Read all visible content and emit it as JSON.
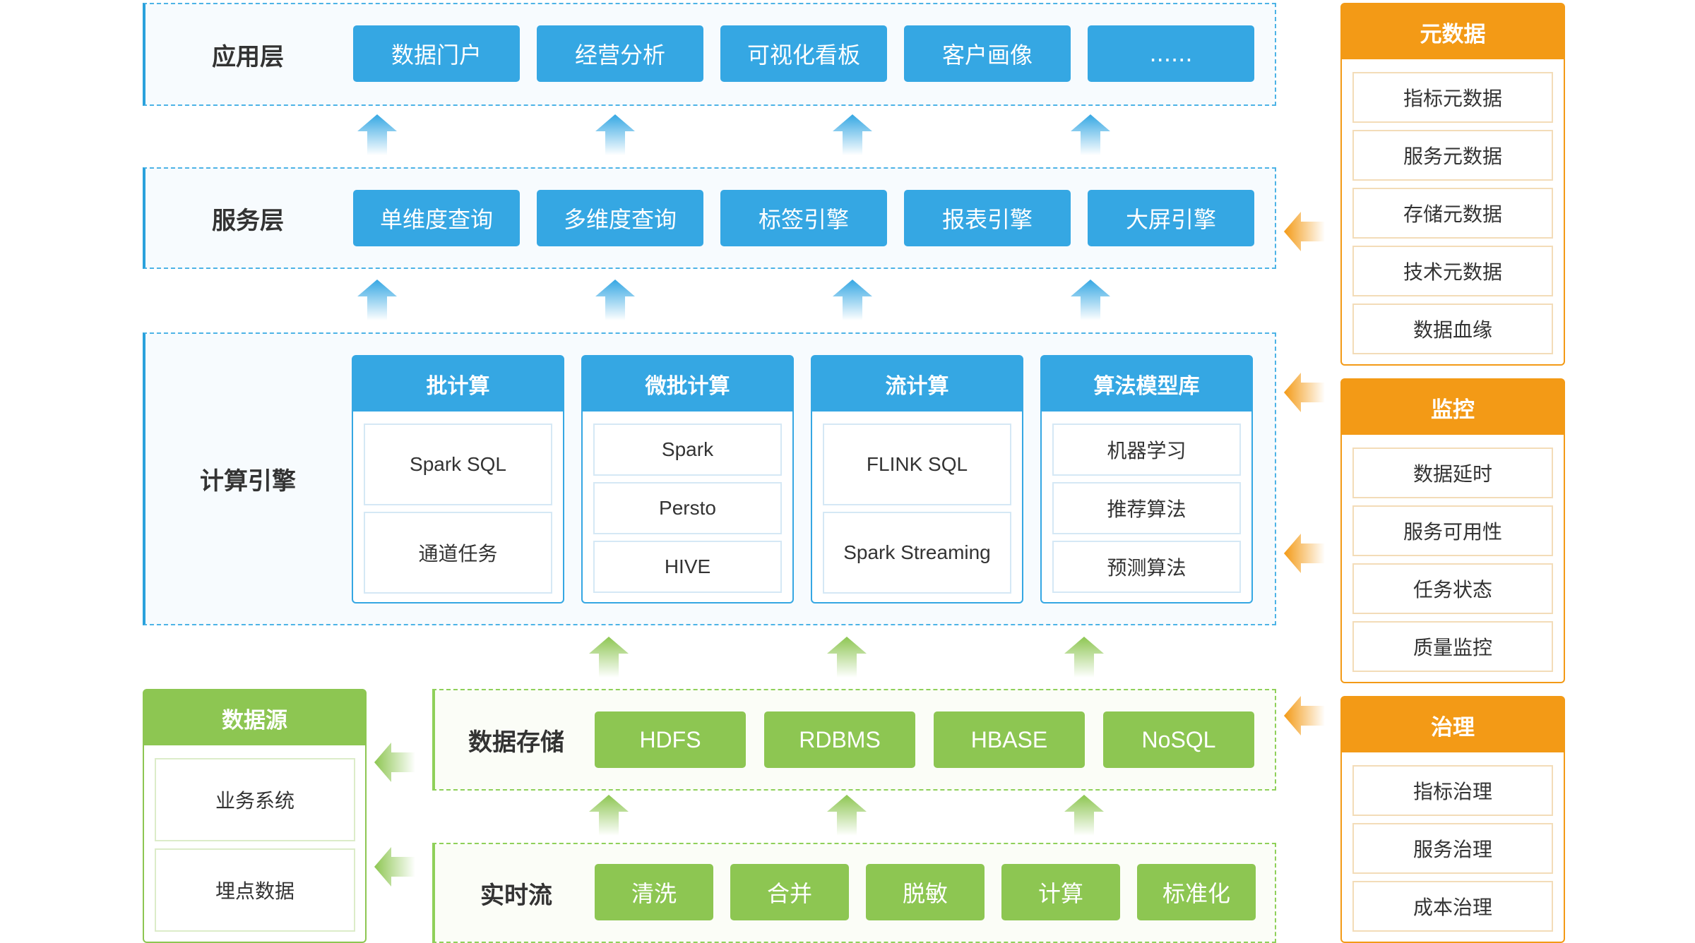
{
  "application_layer": {
    "title": "应用层",
    "items": [
      "数据门户",
      "经营分析",
      "可视化看板",
      "客户画像",
      "......"
    ]
  },
  "service_layer": {
    "title": "服务层",
    "items": [
      "单维度查询",
      "多维度查询",
      "标签引擎",
      "报表引擎",
      "大屏引擎"
    ]
  },
  "compute_layer": {
    "title": "计算引擎",
    "columns": [
      {
        "title": "批计算",
        "items": [
          "Spark SQL",
          "通道任务"
        ]
      },
      {
        "title": "微批计算",
        "items": [
          "Spark",
          "Persto",
          "HIVE"
        ]
      },
      {
        "title": "流计算",
        "items": [
          "FLINK SQL",
          "Spark Streaming"
        ]
      },
      {
        "title": "算法模型库",
        "items": [
          "机器学习",
          "推荐算法",
          "预测算法"
        ]
      }
    ]
  },
  "storage_layer": {
    "title": "数据存储",
    "items": [
      "HDFS",
      "RDBMS",
      "HBASE",
      "NoSQL"
    ]
  },
  "stream_layer": {
    "title": "实时流",
    "items": [
      "清洗",
      "合并",
      "脱敏",
      "计算",
      "标准化"
    ]
  },
  "data_source": {
    "title": "数据源",
    "items": [
      "业务系统",
      "埋点数据"
    ]
  },
  "metadata": {
    "title": "元数据",
    "items": [
      "指标元数据",
      "服务元数据",
      "存储元数据",
      "技术元数据",
      "数据血缘"
    ]
  },
  "monitoring": {
    "title": "监控",
    "items": [
      "数据延时",
      "服务可用性",
      "任务状态",
      "质量监控"
    ]
  },
  "governance": {
    "title": "治理",
    "items": [
      "指标治理",
      "服务治理",
      "成本治理"
    ]
  },
  "colors": {
    "blue": "#35a7e3",
    "green": "#8dc652",
    "orange": "#f39a16"
  }
}
